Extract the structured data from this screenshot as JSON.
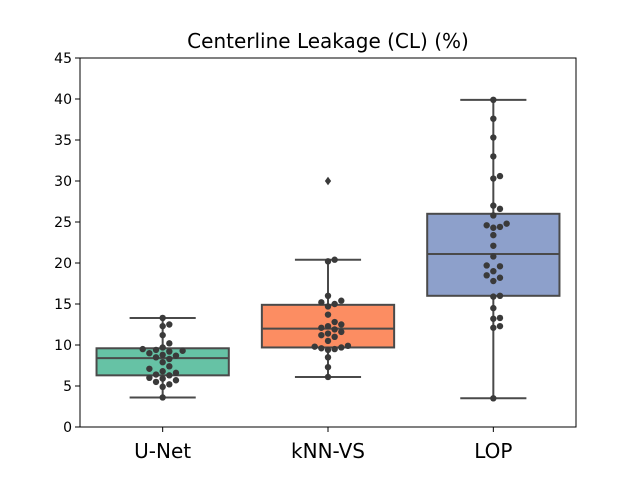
{
  "chart_data": {
    "type": "box",
    "title": "Centerline Leakage (CL) (%)",
    "xlabel": "",
    "ylabel": "",
    "ylim": [
      0,
      45
    ],
    "yticks": [
      0,
      5,
      10,
      15,
      20,
      25,
      30,
      35,
      40,
      45
    ],
    "grid": false,
    "categories": [
      "U-Net",
      "kNN-VS",
      "LOP"
    ],
    "colors": [
      "#66c2a5",
      "#fc8d62",
      "#8da0cb"
    ],
    "boxes": [
      {
        "category": "U-Net",
        "whisker_low": 3.6,
        "q1": 6.3,
        "median": 8.4,
        "q3": 9.6,
        "whisker_high": 13.3,
        "outliers": [],
        "points": [
          3.6,
          4.9,
          5.2,
          5.5,
          5.7,
          5.9,
          6.0,
          6.3,
          6.4,
          6.6,
          6.8,
          7.1,
          7.4,
          7.9,
          8.3,
          8.5,
          8.7,
          8.8,
          9.0,
          9.2,
          9.3,
          9.4,
          9.5,
          9.7,
          10.2,
          11.2,
          12.3,
          12.5,
          13.3
        ]
      },
      {
        "category": "kNN-VS",
        "whisker_low": 6.1,
        "q1": 9.7,
        "median": 12.0,
        "q3": 14.9,
        "whisker_high": 20.4,
        "outliers": [
          30.0
        ],
        "points": [
          6.1,
          7.3,
          8.5,
          9.4,
          9.5,
          9.6,
          9.7,
          9.8,
          9.9,
          10.5,
          11.0,
          11.2,
          11.4,
          11.6,
          11.9,
          12.1,
          12.3,
          12.5,
          12.8,
          13.7,
          14.7,
          15.0,
          15.2,
          15.4,
          16.0,
          20.2,
          20.4
        ]
      },
      {
        "category": "LOP",
        "whisker_low": 3.5,
        "q1": 16.0,
        "median": 21.1,
        "q3": 26.0,
        "whisker_high": 39.9,
        "outliers": [],
        "points": [
          3.5,
          12.1,
          12.3,
          13.2,
          13.3,
          14.5,
          15.9,
          16.0,
          17.8,
          18.2,
          18.5,
          19.0,
          19.6,
          19.7,
          20.8,
          22.1,
          23.4,
          24.3,
          24.4,
          24.6,
          24.8,
          25.8,
          26.6,
          27.0,
          30.3,
          30.6,
          33.0,
          35.3,
          37.6,
          39.9
        ]
      }
    ]
  }
}
